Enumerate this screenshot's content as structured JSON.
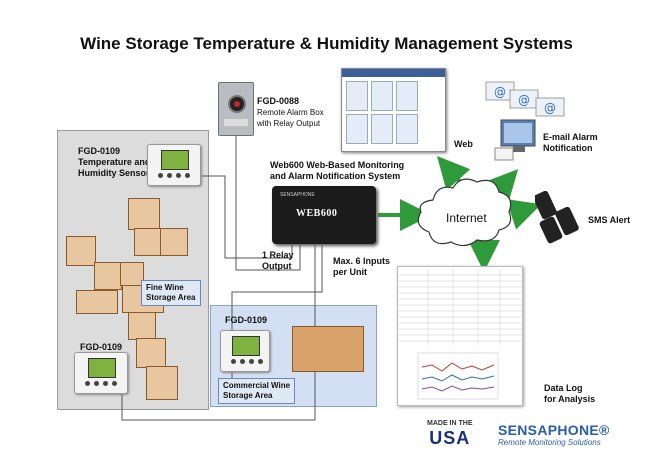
{
  "title": "Wine Storage Temperature & Humidity Management Systems",
  "labels": {
    "alarm_box": [
      "FGD-0088",
      "Remote Alarm Box",
      "with Relay Output"
    ],
    "sensor_top": [
      "FGD-0109",
      "Temperature and",
      "Humidity Sensor"
    ],
    "sensor_bottom": "FGD-0109",
    "sensor_commercial": "FGD-0109",
    "web600": [
      "Web600 Web-Based Monitoring",
      "and Alarm Notification System"
    ],
    "relay": [
      "1 Relay",
      "Output"
    ],
    "inputs": [
      "Max. 6 Inputs",
      "per Unit"
    ],
    "fine_wine": [
      "Fine Wine",
      "Storage Area"
    ],
    "commercial": [
      "Commercial Wine",
      "Storage Area"
    ],
    "internet": "Internet",
    "web": "Web",
    "email": [
      "E-mail Alarm",
      "Notification"
    ],
    "sms": "SMS Alert",
    "datalog": [
      "Data Log",
      "for Analysis"
    ],
    "web600_brand": "WEB600",
    "web600_tag": "SENSAPHONE"
  },
  "logos": {
    "made_in": "MADE IN THE",
    "usa": "USA",
    "brand": "SENSAPHONE®",
    "brand_sub": "Remote Monitoring Solutions"
  },
  "colors": {
    "arrow_green": "#2e9a3a",
    "panel_gray": "#dcdcdc",
    "panel_blue": "#d3e0f3",
    "brand_blue": "#2a5da8"
  }
}
